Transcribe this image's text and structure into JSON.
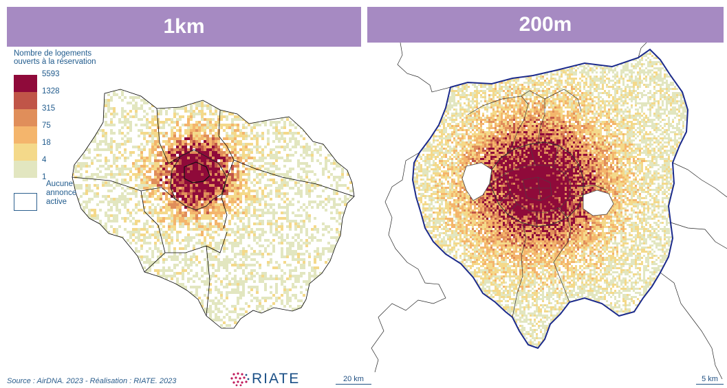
{
  "panels": {
    "left_title": "1km",
    "right_title": "200m"
  },
  "legend": {
    "title": "Nombre de logements ouverts à la réservation",
    "classes": [
      {
        "label": "5593",
        "color": "#8f0a3a"
      },
      {
        "label": "1328",
        "color": "#c05548"
      },
      {
        "label": "315",
        "color": "#e08e5a"
      },
      {
        "label": "75",
        "color": "#f4b56c"
      },
      {
        "label": "18",
        "color": "#f4d98a"
      },
      {
        "label": "4",
        "color": "#e2e6c0"
      },
      {
        "label": "1",
        "color": "#ffffff"
      }
    ],
    "none_label": "Aucune annonce active"
  },
  "footer": {
    "source": "Source : AirDNA. 2023 - Réalisation : RIATE. 2023",
    "logo_text": "RIATE"
  },
  "scales": {
    "left": "20 km",
    "right": "5 km"
  },
  "colors": {
    "banner": "#a68ac2",
    "boundary_outer": "#000000",
    "boundary_petite_couronne": "#1b2a8c",
    "text_blue": "#1f5a8c"
  }
}
